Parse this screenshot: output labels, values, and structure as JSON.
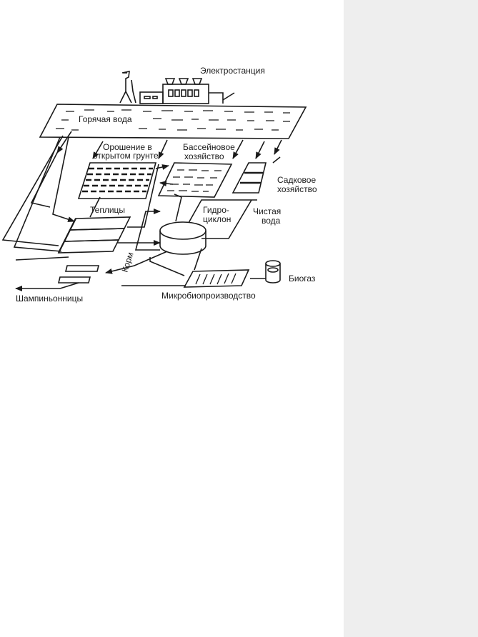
{
  "diagram": {
    "labels": {
      "power_station": "Электростанция",
      "hot_water": "Горячая вода",
      "irrigation_line1": "Орошение в",
      "irrigation_line2": "открытом грунте",
      "pool_line1": "Бассейновое",
      "pool_line2": "хозяйство",
      "cage_line1": "Садковое",
      "cage_line2": "хозяйство",
      "greenhouses": "Теплицы",
      "hydrocyclone_line1": "Гидро-",
      "hydrocyclone_line2": "циклон",
      "clean_water_line1": "Чистая",
      "clean_water_line2": "вода",
      "feed": "Корм",
      "biogas": "Биогаз",
      "microbio": "Микробиопроизводство",
      "mushrooms": "Шампиньонницы"
    },
    "colors": {
      "ink": "#1a1a1a",
      "paper": "#ffffff",
      "sidebar": "#eeeeee"
    }
  }
}
